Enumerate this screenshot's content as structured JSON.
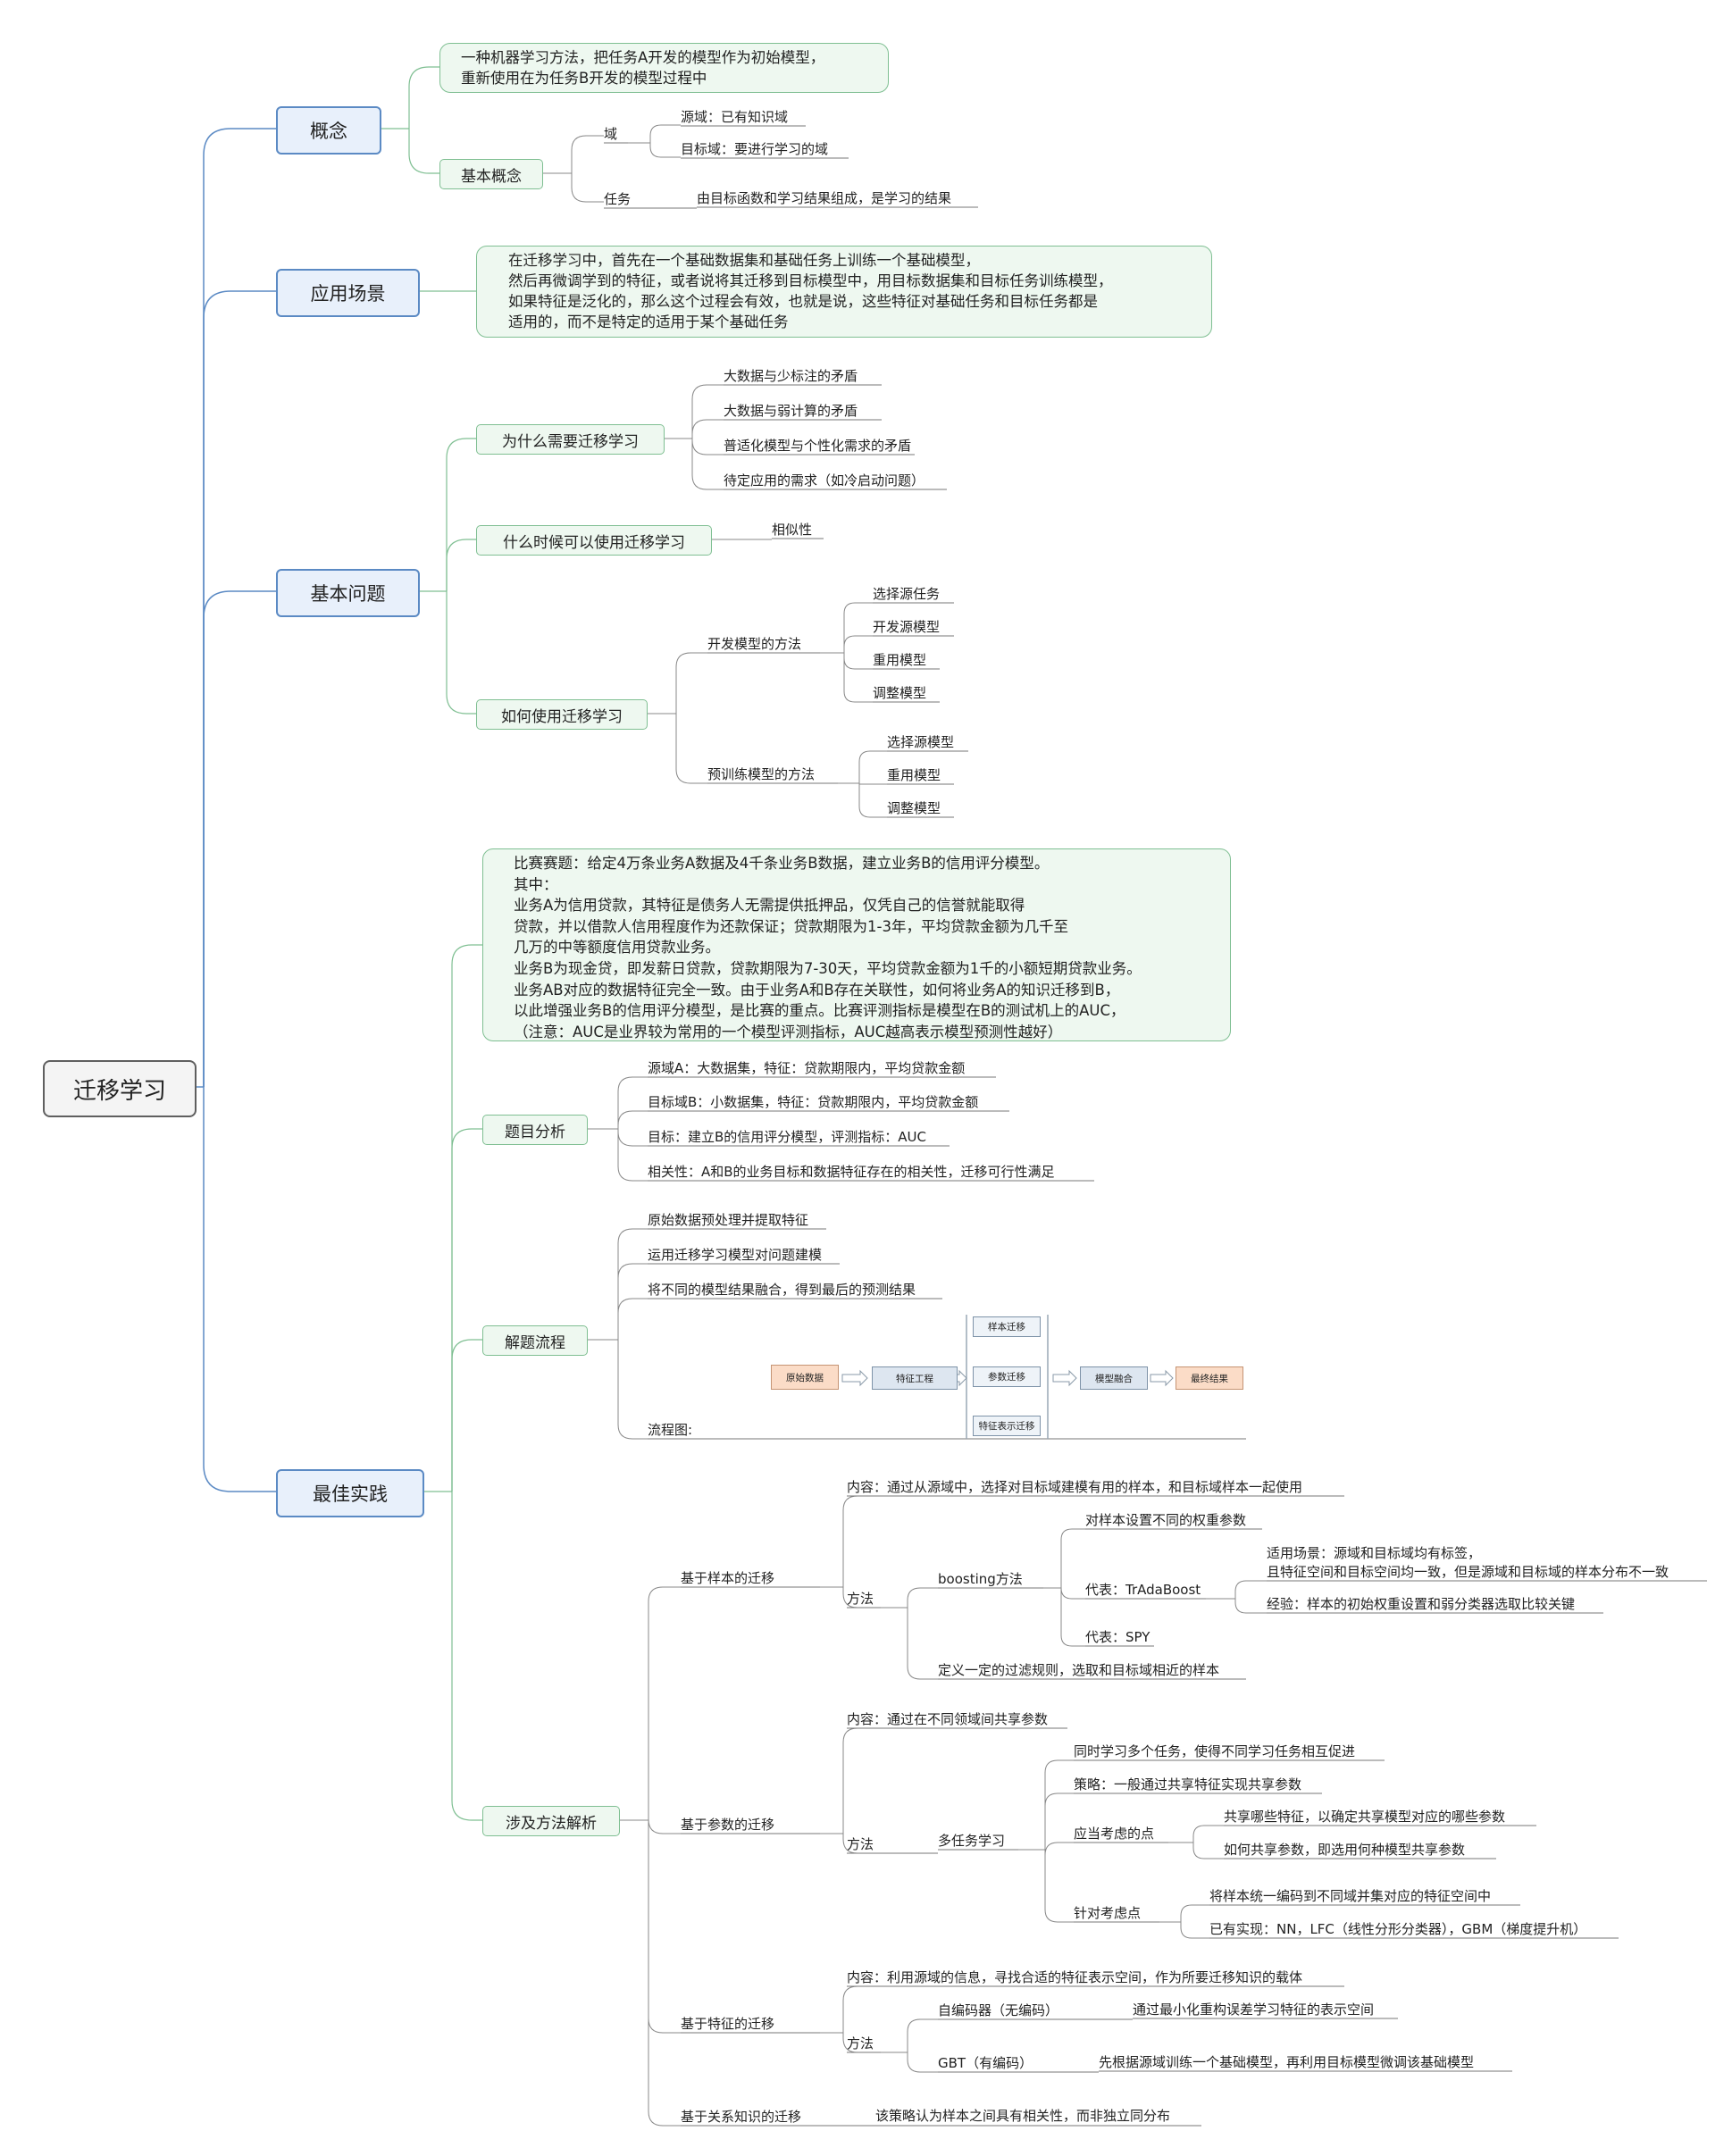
{
  "root": "迁移学习",
  "concept": {
    "label": "概念",
    "definition": [
      "一种机器学习方法，把任务A开发的模型作为初始模型，",
      "重新使用在为任务B开发的模型过程中"
    ],
    "basic": "基本概念",
    "domain": "域",
    "source_domain": "源域：已有知识域",
    "target_domain": "目标域：要进行学习的域",
    "task": "任务",
    "task_desc": "由目标函数和学习结果组成，是学习的结果"
  },
  "scenario": {
    "label": "应用场景",
    "text": [
      "在迁移学习中，首先在一个基础数据集和基础任务上训练一个基础模型，",
      "然后再微调学到的特征，或者说将其迁移到目标模型中，用目标数据集和目标任务训练模型，",
      "如果特征是泛化的，那么这个过程会有效，也就是说，这些特征对基础任务和目标任务都是",
      "适用的，而不是特定的适用于某个基础任务"
    ]
  },
  "basic_issues": {
    "label": "基本问题",
    "why": {
      "label": "为什么需要迁移学习",
      "items": [
        "大数据与少标注的矛盾",
        "大数据与弱计算的矛盾",
        "普适化模型与个性化需求的矛盾",
        "待定应用的需求（如冷启动问题）"
      ]
    },
    "when": {
      "label": "什么时候可以使用迁移学习",
      "item": "相似性"
    },
    "how": {
      "label": "如何使用迁移学习",
      "dev": {
        "label": "开发模型的方法",
        "items": [
          "选择源任务",
          "开发源模型",
          "重用模型",
          "调整模型"
        ]
      },
      "pre": {
        "label": "预训练模型的方法",
        "items": [
          "选择源模型",
          "重用模型",
          "调整模型"
        ]
      }
    }
  },
  "practice": {
    "label": "最佳实践",
    "contest": [
      "比赛赛题：给定4万条业务A数据及4千条业务B数据，建立业务B的信用评分模型。",
      "其中：",
      "业务A为信用贷款，其特征是债务人无需提供抵押品，仅凭自己的信誉就能取得",
      "贷款，并以借款人信用程度作为还款保证；贷款期限为1-3年，平均贷款金额为几千至",
      "几万的中等额度信用贷款业务。",
      "业务B为现金贷，即发薪日贷款，贷款期限为7-30天，平均贷款金额为1千的小额短期贷款业务。",
      "业务AB对应的数据特征完全一致。由于业务A和B存在关联性，如何将业务A的知识迁移到B，",
      "以此增强业务B的信用评分模型，是比赛的重点。比赛评测指标是模型在B的测试机上的AUC，",
      "（注意：AUC是业界较为常用的一个模型评测指标，AUC越高表示模型预测性越好）"
    ],
    "analysis": {
      "label": "题目分析",
      "items": [
        "源域A：大数据集，特征：贷款期限内，平均贷款金额",
        "目标域B：小数据集，特征：贷款期限内，平均贷款金额",
        "目标：建立B的信用评分模型，评测指标：AUC",
        "相关性：A和B的业务目标和数据特征存在的相关性，迁移可行性满足"
      ]
    },
    "process": {
      "label": "解题流程",
      "items": [
        "原始数据预处理并提取特征",
        "运用迁移学习模型对问题建模",
        "将不同的模型结果融合，得到最后的预测结果"
      ],
      "flow_label": "流程图:",
      "flow": {
        "raw": "原始数据",
        "feature": "特征工程",
        "sample": "样本迁移",
        "param": "参数迁移",
        "repr": "特征表示迁移",
        "fusion": "模型融合",
        "final": "最终结果"
      }
    },
    "methods": {
      "label": "涉及方法解析",
      "sample": {
        "label": "基于样本的迁移",
        "content": "内容：通过从源域中，选择对目标域建模有用的样本，和目标域样本一起使用",
        "method": "方法",
        "boosting": "boosting方法",
        "weights": "对样本设置不同的权重参数",
        "tradaboost": "代表：TrAdaBoost",
        "scene": [
          "适用场景：源域和目标域均有标签，",
          "且特征空间和目标空间均一致，但是源域和目标域的样本分布不一致"
        ],
        "exp": "经验：样本的初始权重设置和弱分类器选取比较关键",
        "spy": "代表：SPY",
        "filter": "定义一定的过滤规则，选取和目标域相近的样本"
      },
      "param": {
        "label": "基于参数的迁移",
        "content": "内容：通过在不同领域间共享参数",
        "method": "方法",
        "multitask": "多任务学习",
        "m1": "同时学习多个任务，使得不同学习任务相互促进",
        "m2": "策略：一般通过共享特征实现共享参数",
        "consider": "应当考虑的点",
        "c1": "共享哪些特征，以确定共享模型对应的哪些参数",
        "c2": "如何共享参数，即选用何种模型共享参数",
        "target": "针对考虑点",
        "t1": "将样本统一编码到不同域并集对应的特征空间中",
        "t2": "已有实现：NN，LFC（线性分形分类器），GBM（梯度提升机）"
      },
      "feature": {
        "label": "基于特征的迁移",
        "content": "内容：利用源域的信息，寻找合适的特征表示空间，作为所要迁移知识的载体",
        "method": "方法",
        "ae": "自编码器（无编码）",
        "ae_desc": "通过最小化重构误差学习特征的表示空间",
        "gbt": "GBT（有编码）",
        "gbt_desc": "先根据源域训练一个基础模型，再利用目标模型微调该基础模型"
      },
      "relation": {
        "label": "基于关系知识的迁移",
        "desc": "该策略认为样本之间具有相关性，而非独立同分布"
      }
    }
  }
}
